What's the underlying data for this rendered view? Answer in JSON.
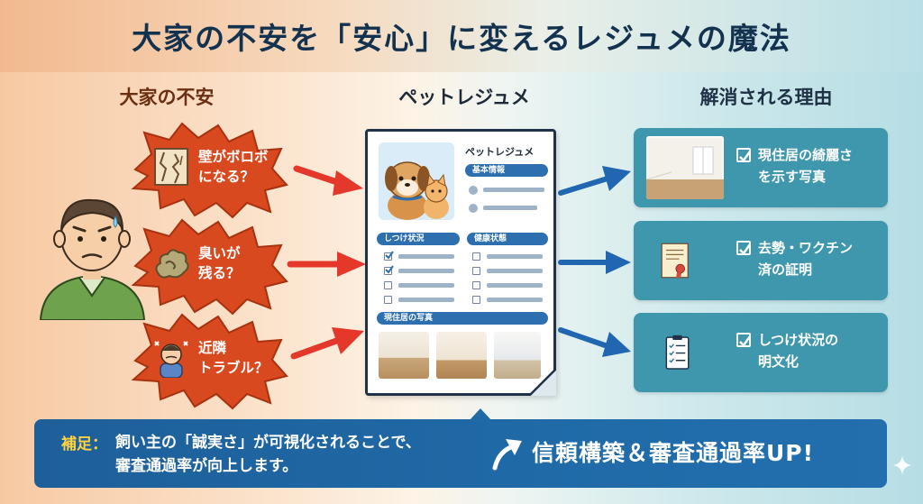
{
  "title": "大家の不安を「安心」に変えるレジュメの魔法",
  "columns": {
    "left": "大家の不安",
    "middle": "ペットレジュメ",
    "right": "解消される理由"
  },
  "concerns": [
    {
      "line1": "壁がボロボ",
      "line2": "になる？",
      "icon": "damaged-wall-icon"
    },
    {
      "line1": "臭いが",
      "line2": "残る？",
      "icon": "odor-cloud-icon"
    },
    {
      "line1": "近隣",
      "line2": "トラブル？",
      "icon": "annoyed-neighbor-icon"
    }
  ],
  "resume": {
    "title": "ペットレジュメ",
    "sections": {
      "basic": "基本情報",
      "training": "しつけ状況",
      "health": "健康状態",
      "photos": "現住居の写真"
    }
  },
  "reasons": [
    {
      "line1": "現住居の綺麗さ",
      "line2": "を示す写真",
      "icon": "room-photo-icon"
    },
    {
      "line1": "去勢・ワクチン",
      "line2": "済の証明",
      "icon": "certificate-icon"
    },
    {
      "line1": "しつけ状況の",
      "line2": "明文化",
      "icon": "checklist-clipboard-icon"
    }
  ],
  "footer": {
    "label": "補足：",
    "line1": "飼い主の「誠実さ」が可視化されることで、",
    "line2": "審査通過率が向上します。",
    "headline": "信頼構築＆審査通過率UP!"
  },
  "colors": {
    "burst": "#d8491f",
    "card": "#3f97ad",
    "footer": "#1f6aa7",
    "accent_yellow": "#ffd23f",
    "arrow_red": "#e4382a",
    "arrow_blue": "#2166b0"
  }
}
